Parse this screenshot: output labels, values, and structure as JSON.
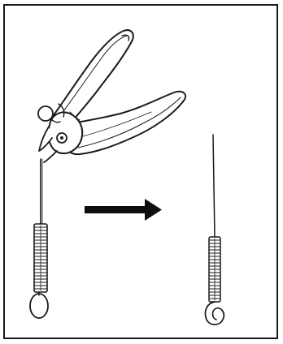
{
  "figure": {
    "items": [
      {
        "id": "pliers",
        "icon": "pliers-icon"
      },
      {
        "id": "brush-before",
        "icon": "interdental-brush-icon",
        "state": "bent at base, held in pliers"
      },
      {
        "id": "arrow",
        "icon": "right-arrow-icon"
      },
      {
        "id": "brush-after",
        "icon": "interdental-brush-icon",
        "state": "straightened"
      }
    ],
    "colors": {
      "line": "#1a1a1a",
      "background": "#ffffff"
    }
  }
}
